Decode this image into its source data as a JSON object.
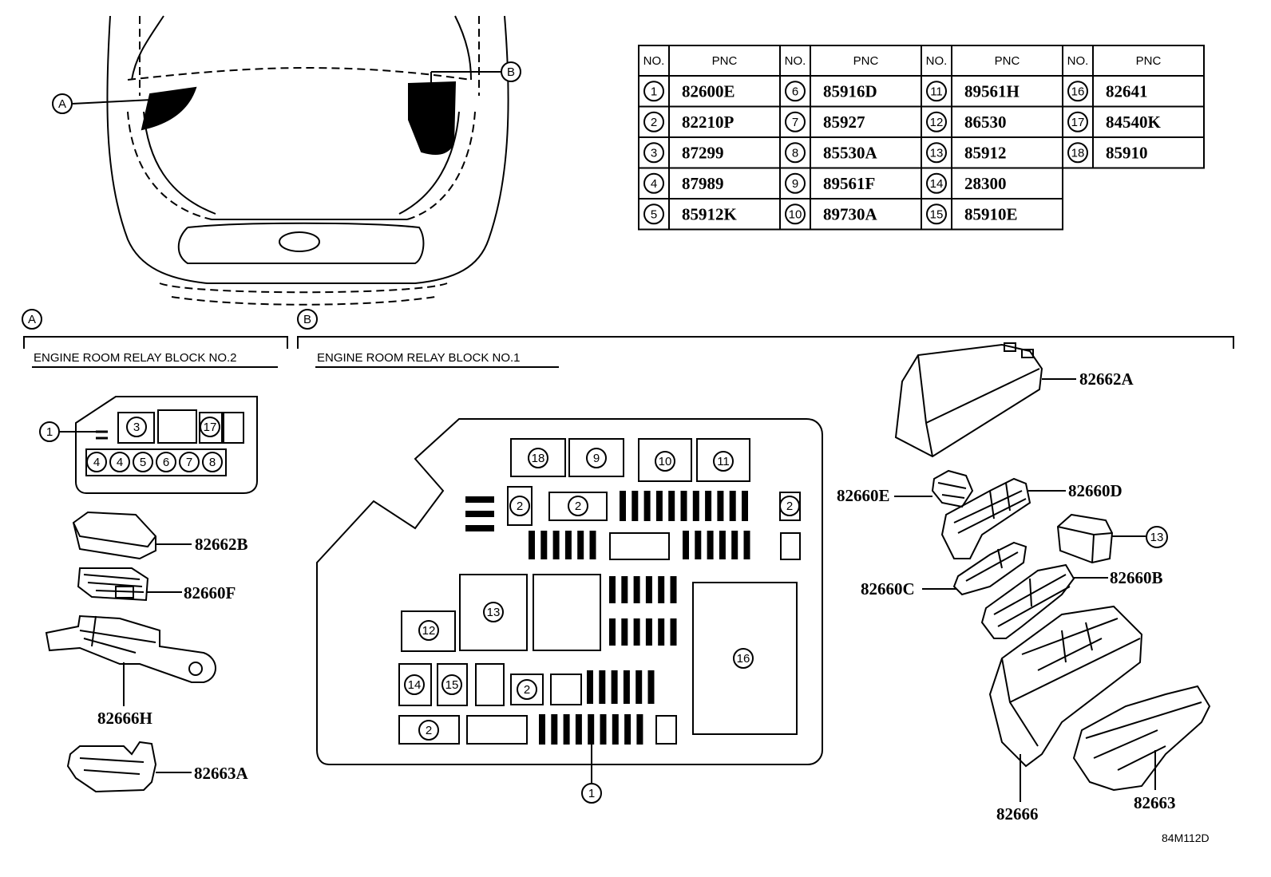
{
  "table": {
    "headers": {
      "no": "NO.",
      "pnc": "PNC"
    },
    "rows": [
      {
        "no": "1",
        "pnc": "82600E"
      },
      {
        "no": "2",
        "pnc": "82210P"
      },
      {
        "no": "3",
        "pnc": "87299"
      },
      {
        "no": "4",
        "pnc": "87989"
      },
      {
        "no": "5",
        "pnc": "85912K"
      },
      {
        "no": "6",
        "pnc": "85916D"
      },
      {
        "no": "7",
        "pnc": "85927"
      },
      {
        "no": "8",
        "pnc": "85530A"
      },
      {
        "no": "9",
        "pnc": "89561F"
      },
      {
        "no": "10",
        "pnc": "89730A"
      },
      {
        "no": "11",
        "pnc": "89561H"
      },
      {
        "no": "12",
        "pnc": "86530"
      },
      {
        "no": "13",
        "pnc": "85912"
      },
      {
        "no": "14",
        "pnc": "28300"
      },
      {
        "no": "15",
        "pnc": "85910E"
      },
      {
        "no": "16",
        "pnc": "82641"
      },
      {
        "no": "17",
        "pnc": "84540K"
      },
      {
        "no": "18",
        "pnc": "85910"
      }
    ]
  },
  "locators": {
    "a": "A",
    "b": "B"
  },
  "sections": {
    "a_title": "ENGINE ROOM RELAY BLOCK NO.2",
    "b_title": "ENGINE ROOM RELAY BLOCK NO.1"
  },
  "part_labels": {
    "p82662A": "82662A",
    "p82660E": "82660E",
    "p82660D": "82660D",
    "p82660C": "82660C",
    "p82660B": "82660B",
    "p82666": "82666",
    "p82663": "82663",
    "p82662B": "82662B",
    "p82660F": "82660F",
    "p82666H": "82666H",
    "p82663A": "82663A"
  },
  "callouts": {
    "a_block": [
      "1",
      "3",
      "17",
      "4",
      "4",
      "5",
      "6",
      "7",
      "8"
    ],
    "b_block": [
      "18",
      "9",
      "10",
      "11",
      "2",
      "2",
      "2",
      "13",
      "12",
      "16",
      "14",
      "15",
      "2",
      "2",
      "1"
    ],
    "side": "13"
  },
  "figure_code": "84M112D"
}
